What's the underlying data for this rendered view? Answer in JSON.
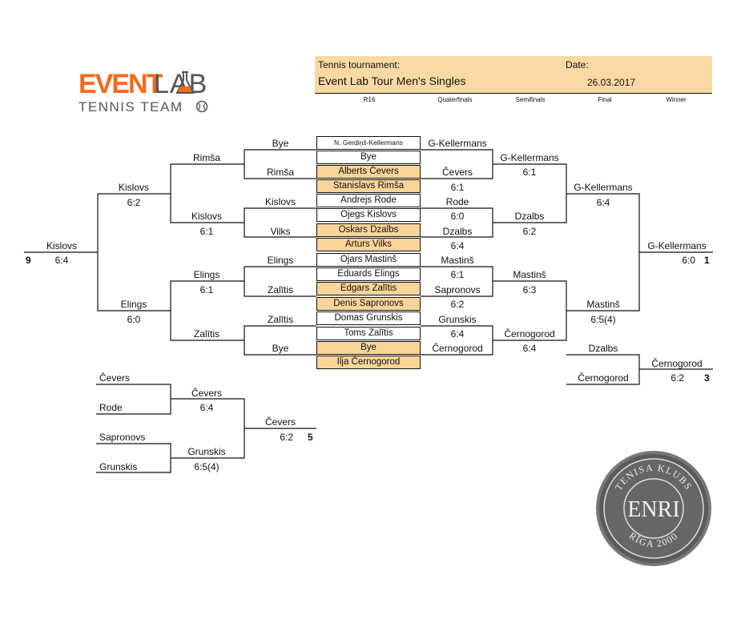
{
  "logo": {
    "brand_event": "EVENT",
    "brand_lab": "LAB",
    "subtitle": "TENNIS TEAM",
    "flask_icon": "flask-icon",
    "ball_icon": "tennis-ball-icon"
  },
  "header": {
    "tournament_label": "Tennis tournament:",
    "date_label": "Date:",
    "title": "Event Lab Tour Men's Singles",
    "date": "26.03.2017",
    "columns": [
      "R16",
      "Quaterfinals",
      "Semifinals",
      "Final",
      "Winner"
    ]
  },
  "colors": {
    "highlight": "#fbd49a",
    "header_bg": "#fbd9a4",
    "brand_orange": "#f26b1d"
  },
  "players": [
    {
      "name": "N. Gerdiņš-Kellermans",
      "highlight": false
    },
    {
      "name": "Bye",
      "highlight": false
    },
    {
      "name": "Alberts Čevers",
      "highlight": true
    },
    {
      "name": "Stanislavs Rimša",
      "highlight": true
    },
    {
      "name": "Andrejs Rode",
      "highlight": false
    },
    {
      "name": "Ojegs Kislovs",
      "highlight": false
    },
    {
      "name": "Oskars Dzalbs",
      "highlight": true
    },
    {
      "name": "Arturs Vilks",
      "highlight": true
    },
    {
      "name": "Ojars Mastinš",
      "highlight": false
    },
    {
      "name": "Eduards Elings",
      "highlight": false
    },
    {
      "name": "Edgars Zalītis",
      "highlight": true
    },
    {
      "name": "Denis Sapronovs",
      "highlight": true
    },
    {
      "name": "Domas Grunskis",
      "highlight": false
    },
    {
      "name": "Toms Zalītis",
      "highlight": false
    },
    {
      "name": "Bye",
      "highlight": true
    },
    {
      "name": "Ilja Černogorod",
      "highlight": true
    }
  ],
  "labels": [
    {
      "id": "l-bye1",
      "text": "Bye"
    },
    {
      "id": "l-rimsa-qf",
      "text": "Rimša"
    },
    {
      "id": "l-rimsa-r16",
      "text": "Rimša"
    },
    {
      "id": "l-kislovs-sf",
      "text": "Kislovs"
    },
    {
      "id": "l-kislovs-sf-score",
      "text": "6:2"
    },
    {
      "id": "l-kislovs-r16",
      "text": "Kislovs"
    },
    {
      "id": "l-kislovs-qf",
      "text": "Kislovs"
    },
    {
      "id": "l-kislovs-qf-score",
      "text": "6:1"
    },
    {
      "id": "l-vilks-r16",
      "text": "Vilks"
    },
    {
      "id": "l-kislovs-final",
      "text": "Kislovs"
    },
    {
      "id": "l-kislovs-final-score",
      "text": "6:4"
    },
    {
      "id": "l-place-9",
      "text": "9"
    },
    {
      "id": "l-elings-r16",
      "text": "Elings"
    },
    {
      "id": "l-elings-qf",
      "text": "Elings"
    },
    {
      "id": "l-elings-qf-score",
      "text": "6:1"
    },
    {
      "id": "l-zalitis-r16a",
      "text": "Zalītis"
    },
    {
      "id": "l-elings-sf",
      "text": "Elings"
    },
    {
      "id": "l-elings-sf-score",
      "text": "6:0"
    },
    {
      "id": "l-zalitis-r16b",
      "text": "Zalītis"
    },
    {
      "id": "l-zalitis-qf",
      "text": "Zalītis"
    },
    {
      "id": "l-bye2",
      "text": "Bye"
    },
    {
      "id": "r-gk-r16",
      "text": "G-Kellermans"
    },
    {
      "id": "r-cevers-r16",
      "text": "Čevers"
    },
    {
      "id": "r-cevers-score",
      "text": "6:1"
    },
    {
      "id": "r-gk-qf",
      "text": "G-Kellermans"
    },
    {
      "id": "r-gk-qf-score",
      "text": "6:1"
    },
    {
      "id": "r-rode-r16",
      "text": "Rode"
    },
    {
      "id": "r-rode-score",
      "text": "6:0"
    },
    {
      "id": "r-gk-sf",
      "text": "G-Kellermans"
    },
    {
      "id": "r-gk-sf-score",
      "text": "6:4"
    },
    {
      "id": "r-dzalbs-r16",
      "text": "Dzalbs"
    },
    {
      "id": "r-dzalbs-score",
      "text": "6:4"
    },
    {
      "id": "r-dzalbs-qf",
      "text": "Dzalbs"
    },
    {
      "id": "r-dzalbs-qf-score",
      "text": "6:2"
    },
    {
      "id": "r-gk-final",
      "text": "G-Kellermans"
    },
    {
      "id": "r-gk-final-score",
      "text": "6:0"
    },
    {
      "id": "r-place-1",
      "text": "1"
    },
    {
      "id": "r-mastins-r16",
      "text": "Mastinš"
    },
    {
      "id": "r-mastins-score",
      "text": "6:1"
    },
    {
      "id": "r-mastins-qf",
      "text": "Mastinš"
    },
    {
      "id": "r-mastins-qf-score",
      "text": "6:3"
    },
    {
      "id": "r-sapronovs-r16",
      "text": "Sapronovs"
    },
    {
      "id": "r-sapronovs-score",
      "text": "6:2"
    },
    {
      "id": "r-mastins-sf",
      "text": "Mastinš"
    },
    {
      "id": "r-mastins-sf-score",
      "text": "6:5(4)"
    },
    {
      "id": "r-grunskis-r16",
      "text": "Grunskis"
    },
    {
      "id": "r-grunskis-score",
      "text": "6:4"
    },
    {
      "id": "r-cern-qf",
      "text": "Černogorod"
    },
    {
      "id": "r-cern-qf-score",
      "text": "6:4"
    },
    {
      "id": "r-cern-r16",
      "text": "Černogorod"
    },
    {
      "id": "p3-dzalbs",
      "text": "Dzalbs"
    },
    {
      "id": "p3-cern",
      "text": "Černogorod"
    },
    {
      "id": "p3-winner",
      "text": "Černogorod"
    },
    {
      "id": "p3-score",
      "text": "6:2"
    },
    {
      "id": "p3-place",
      "text": "3"
    },
    {
      "id": "p5-cevers",
      "text": "Čevers"
    },
    {
      "id": "p5-rode",
      "text": "Rode"
    },
    {
      "id": "p5-sapronovs",
      "text": "Sapronovs"
    },
    {
      "id": "p5-grunskis",
      "text": "Grunskis"
    },
    {
      "id": "p5-cevers-w",
      "text": "Čevers"
    },
    {
      "id": "p5-cevers-w-score",
      "text": "6:4"
    },
    {
      "id": "p5-grunskis-w",
      "text": "Grunskis"
    },
    {
      "id": "p5-grunskis-w-score",
      "text": "6:5(4)"
    },
    {
      "id": "p5-final",
      "text": "Čevers"
    },
    {
      "id": "p5-final-score",
      "text": "6:2"
    },
    {
      "id": "p5-place",
      "text": "5"
    }
  ],
  "seal": {
    "top_text": "TENISA KLUBS",
    "center_text": "ENRI",
    "bottom_text": "RĪGA 2000"
  }
}
